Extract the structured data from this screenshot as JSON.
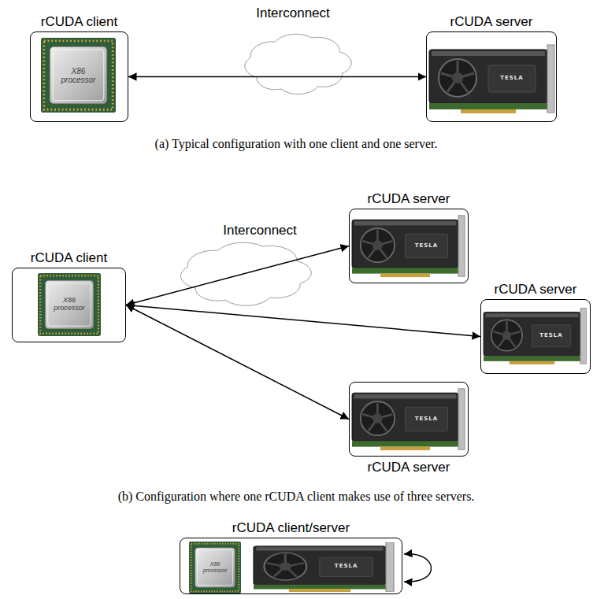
{
  "diagram": {
    "nodes": [
      {
        "text": [
          "rCUDA client"
        ]
      },
      {
        "text": [
          "rCUDA server"
        ]
      },
      {
        "text": [
          "rCUDA client"
        ]
      },
      {
        "text": [
          "rCUDA server"
        ]
      },
      {
        "text": [
          "rCUDA server"
        ]
      },
      {
        "text": [
          "rCUDA server"
        ]
      },
      {
        "text": [
          "rCUDA client/server"
        ]
      }
    ],
    "edges": [
      {
        "from": 0,
        "to": 1,
        "arrow": "both"
      },
      {
        "from": 2,
        "to": 3,
        "arrow": "both"
      },
      {
        "from": 2,
        "to": 4,
        "arrow": "both"
      },
      {
        "from": 2,
        "to": 5,
        "arrow": "both"
      }
    ],
    "labels": [
      "Interconnect",
      "X86 processor",
      "TESLA",
      "(a) Typical configuration with one client and one server.",
      "Interconnect",
      "X86 processor",
      "TESLA",
      "TESLA",
      "TESLA",
      "(b) Configuration where one rCUDA client makes use of three servers.",
      "X86 processor",
      "TESLA"
    ]
  }
}
